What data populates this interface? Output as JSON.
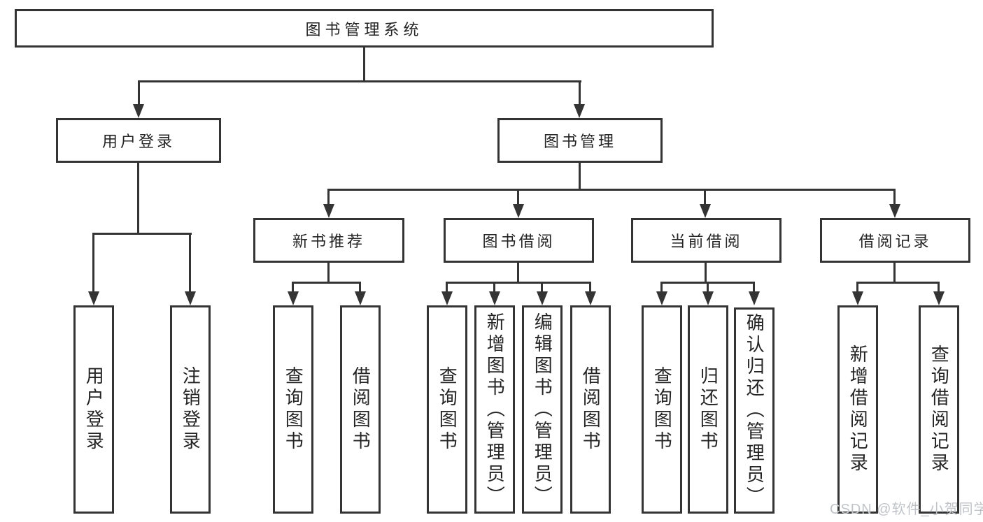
{
  "diagram": {
    "type": "hierarchy-tree",
    "orientation": "top-down"
  },
  "colors": {
    "background": "#ffffff",
    "line": "#343434",
    "box_border": "#343434",
    "text": "#242424",
    "watermark": "#c0c4c9"
  },
  "tree": {
    "label": "图书管理系统",
    "children": [
      {
        "label": "用户登录",
        "children": [
          {
            "label": "用户登录"
          },
          {
            "label": "注销登录"
          }
        ]
      },
      {
        "label": "图书管理",
        "children": [
          {
            "label": "新书推荐",
            "children": [
              {
                "label": "查询图书"
              },
              {
                "label": "借阅图书"
              }
            ]
          },
          {
            "label": "图书借阅",
            "children": [
              {
                "label": "查询图书"
              },
              {
                "label": "新增图书（管理员）"
              },
              {
                "label": "编辑图书（管理员）"
              },
              {
                "label": "借阅图书"
              }
            ]
          },
          {
            "label": "当前借阅",
            "children": [
              {
                "label": "查询图书"
              },
              {
                "label": "归还图书"
              },
              {
                "label": "确认归还（管理员）"
              }
            ]
          },
          {
            "label": "借阅记录",
            "children": [
              {
                "label": "新增借阅记录"
              },
              {
                "label": "查询借阅记录"
              }
            ]
          }
        ]
      }
    ]
  },
  "watermark": {
    "text": "CSDN @软件_小贺同学"
  }
}
